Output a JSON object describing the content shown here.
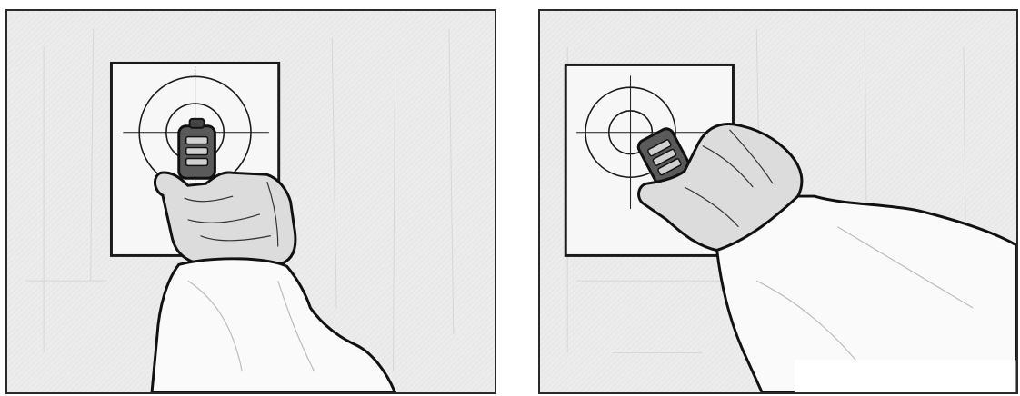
{
  "figure": {
    "panels": [
      {
        "id": "left",
        "scene": "hand-pressing-device-centered-on-target"
      },
      {
        "id": "right",
        "scene": "hand-pressing-device-off-center-on-target"
      }
    ],
    "colors": {
      "background": "#ececec",
      "ink": "#1a1a1a",
      "paper": "#f7f7f7",
      "sleeve": "#fafafa",
      "skin": "#dcdcdc"
    }
  }
}
